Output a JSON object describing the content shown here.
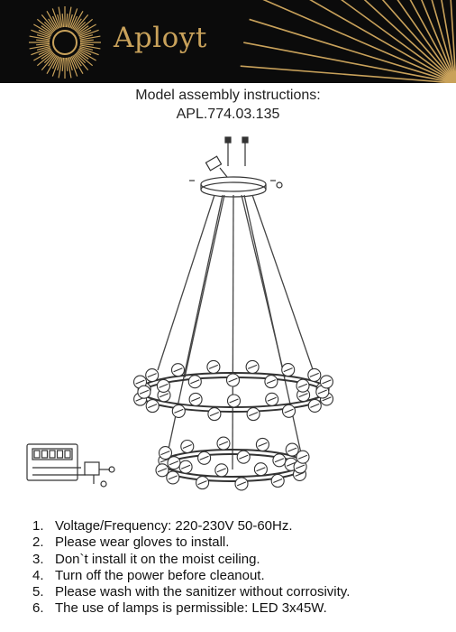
{
  "brand": {
    "name": "Aployt",
    "sun_icon": "sun-icon",
    "accent": "#c9a25b",
    "background": "#0b0b0b"
  },
  "document": {
    "title": "Model assembly instructions:",
    "model": "APL.774.03.135"
  },
  "illustration": {
    "subject": "chandelier-icon",
    "wiring": "terminal-block-icon"
  },
  "specs": [
    {
      "num": "1.",
      "text": "Voltage/Frequency: 220-230V 50-60Hz."
    },
    {
      "num": "2.",
      "text": "Please wear gloves to install."
    },
    {
      "num": "3.",
      "text": "Don`t install it on the moist ceiling."
    },
    {
      "num": "4.",
      "text": "Turn off the power before cleanout."
    },
    {
      "num": "5.",
      "text": "Please wash with the sanitizer without corrosivity."
    },
    {
      "num": "6.",
      "text": "The use of lamps is permissible: LED 3x45W."
    }
  ]
}
